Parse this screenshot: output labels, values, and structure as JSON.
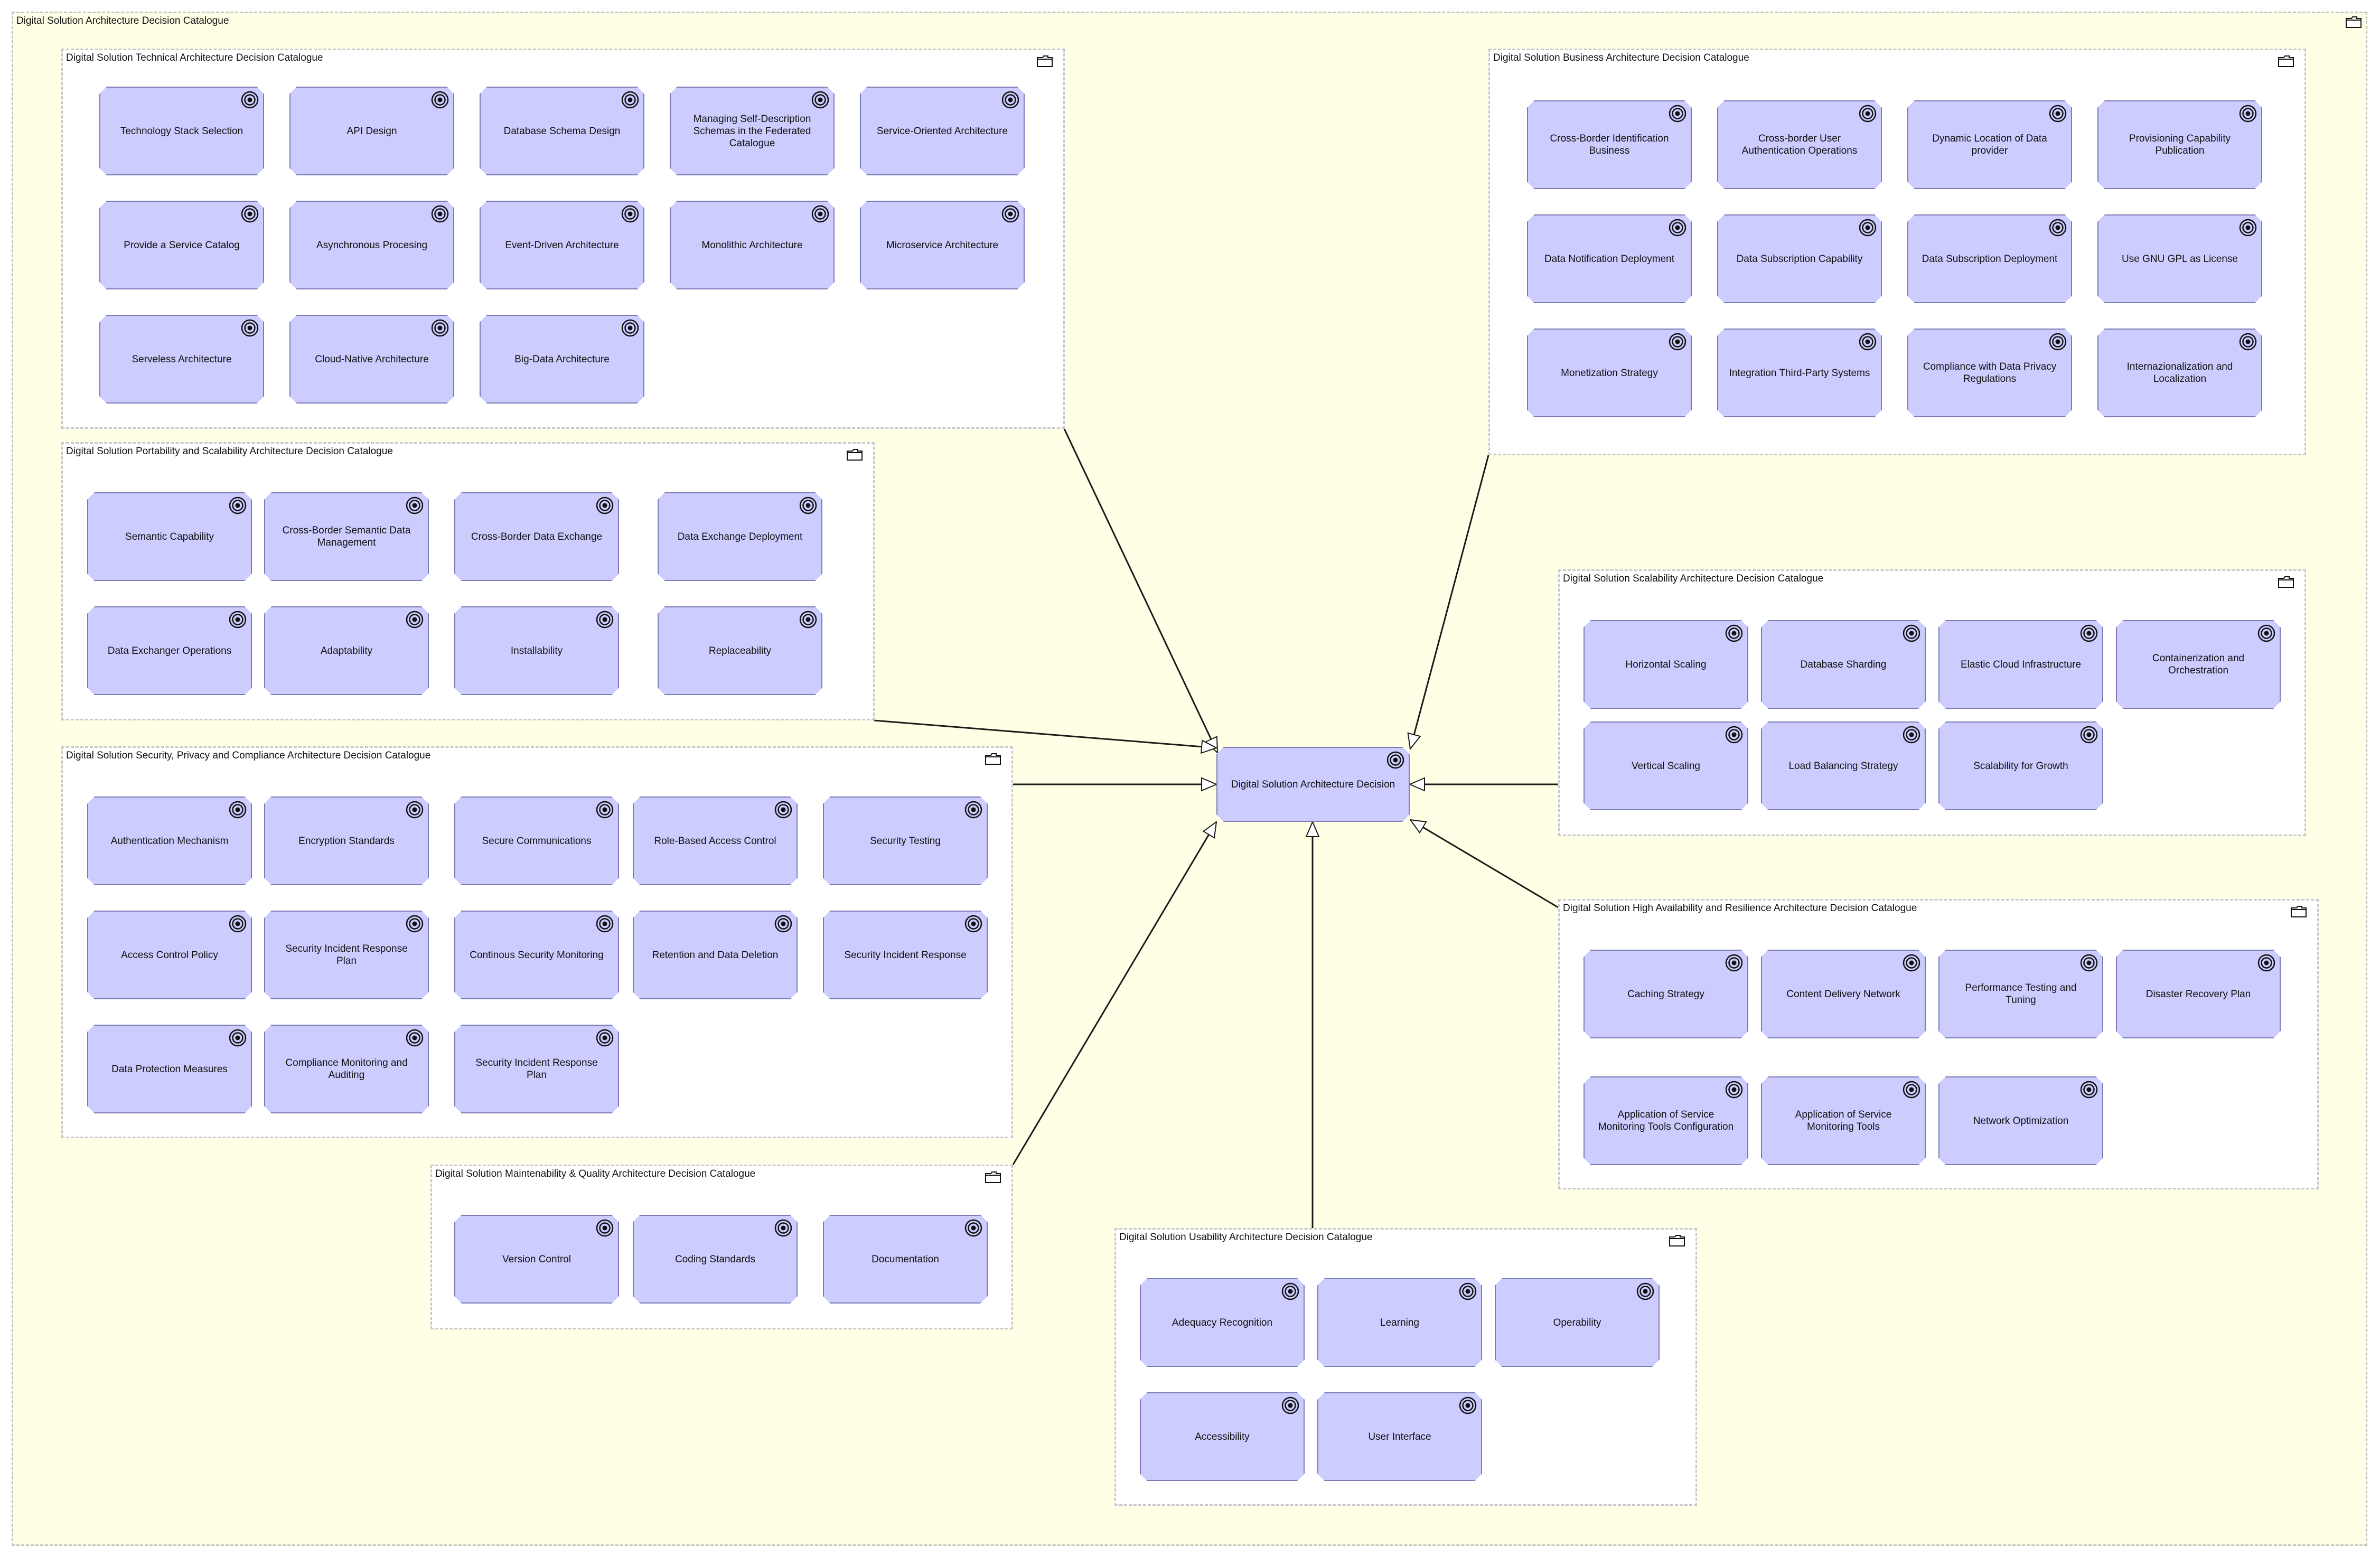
{
  "root_title": "Digital Solution Architecture Decision Catalogue",
  "center_decision": "Digital Solution Architecture Decision",
  "icons": {
    "group": "folder-icon",
    "element": "goal-target-icon",
    "connector": "generalization-arrow"
  },
  "colors": {
    "canvas": "#ffffe6",
    "group_fill": "#ffffff",
    "group_border": "#c8c8c8",
    "node_fill": "#ccccff",
    "node_border": "#7c7cb4",
    "line": "#1a1a1a"
  },
  "groups": [
    {
      "id": "technical",
      "title": "Digital Solution Technical Architecture Decision Catalogue",
      "items": [
        "Technology Stack Selection",
        "API Design",
        "Database Schema Design",
        "Managing Self-Description Schemas in the Federated Catalogue",
        "Service-Oriented Architecture",
        "Provide a Service Catalog",
        "Asynchronous Procesing",
        "Event-Driven Architecture",
        "Monolithic Architecture",
        "Microservice Architecture",
        "Serveless Architecture",
        "Cloud-Native Architecture",
        "Big-Data Architecture"
      ]
    },
    {
      "id": "business",
      "title": "Digital Solution Business Architecture Decision Catalogue",
      "items": [
        "Cross-Border Identification Business",
        "Cross-border User Authentication Operations",
        "Dynamic Location of Data provider",
        "Provisioning Capability Publication",
        "Data Notification Deployment",
        "Data Subscription Capability",
        "Data Subscription Deployment",
        "Use GNU GPL as License",
        "Monetization Strategy",
        "Integration Third-Party Systems",
        "Compliance with Data Privacy Regulations",
        "Internazionalization and Localization"
      ]
    },
    {
      "id": "portability",
      "title": "Digital Solution Portability and Scalability Architecture Decision Catalogue",
      "items": [
        "Semantic Capability",
        "Cross-Border Semantic Data Management",
        "Cross-Border Data Exchange",
        "Data Exchange Deployment",
        "Data Exchanger Operations",
        "Adaptability",
        "Installability",
        "Replaceability"
      ]
    },
    {
      "id": "scalability",
      "title": "Digital Solution Scalability Architecture Decision Catalogue",
      "items": [
        "Horizontal Scaling",
        "Database Sharding",
        "Elastic Cloud Infrastructure",
        "Containerization and Orchestration",
        "Vertical Scaling",
        "Load Balancing Strategy",
        "Scalability for Growth"
      ]
    },
    {
      "id": "security",
      "title": "Digital Solution Security, Privacy and Compliance Architecture Decision Catalogue",
      "items": [
        "Authentication Mechanism",
        "Encryption Standards",
        "Secure Communications",
        "Role-Based Access Control",
        "Security Testing",
        "Access Control Policy",
        "Security Incident Response Plan",
        "Continous Security Monitoring",
        "Retention and Data Deletion",
        "Security Incident Response",
        "Data Protection Measures",
        "Compliance Monitoring and Auditing",
        "Security Incident Response Plan"
      ]
    },
    {
      "id": "availability",
      "title": "Digital Solution High Availability and Resilience Architecture Decision Catalogue",
      "items": [
        "Caching Strategy",
        "Content Delivery Network",
        "Performance Testing and Tuning",
        "Disaster Recovery Plan",
        "Application of Service Monitoring Tools Configuration",
        "Application of Service Monitoring Tools",
        "Network Optimization"
      ]
    },
    {
      "id": "maintainability",
      "title": "Digital Solution Maintenability & Quality Architecture Decision Catalogue",
      "items": [
        "Version Control",
        "Coding Standards",
        "Documentation"
      ]
    },
    {
      "id": "usability",
      "title": "Digital Solution Usability Architecture Decision Catalogue",
      "items": [
        "Adequacy Recognition",
        "Learning",
        "Operability",
        "Accessibility",
        "User Interface"
      ]
    }
  ]
}
